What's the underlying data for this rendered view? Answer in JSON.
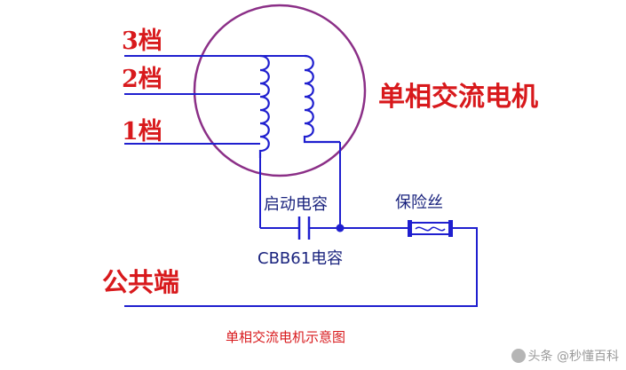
{
  "speed_labels": {
    "gear3": "3档",
    "gear2": "2档",
    "gear1": "1档"
  },
  "motor_label": "单相交流电机",
  "start_cap_label": "启动电容",
  "cap_model_label": "CBB61电容",
  "fuse_label": "保险丝",
  "common_label": "公共端",
  "caption": "单相交流电机示意图",
  "watermark": "头条 @秒懂百科",
  "colors": {
    "label_red": "#d8191c",
    "wire_blue": "#1f1fcf",
    "motor_circle": "#8b2f87"
  }
}
